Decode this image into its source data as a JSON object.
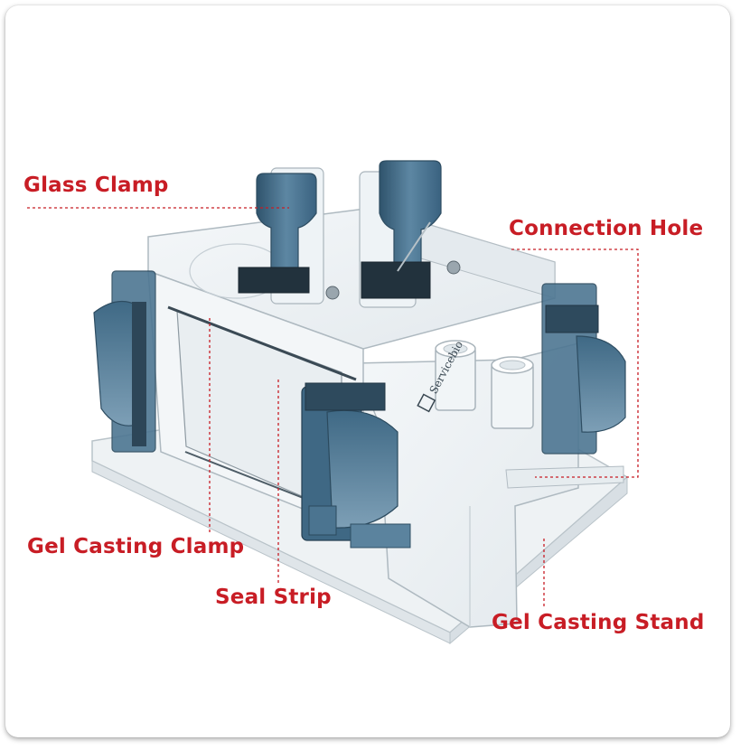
{
  "labels": {
    "glass_clamp": "Glass Clamp",
    "connection_hole": "Connection Hole",
    "gel_casting_clamp": "Gel Casting Clamp",
    "seal_strip": "Seal Strip",
    "gel_casting_stand": "Gel Casting Stand"
  },
  "brand": "Servicebio",
  "colors": {
    "label_red": "#c81d25",
    "clamp_blue": "#4a7591",
    "acrylic_edge": "#b9c3c9"
  }
}
